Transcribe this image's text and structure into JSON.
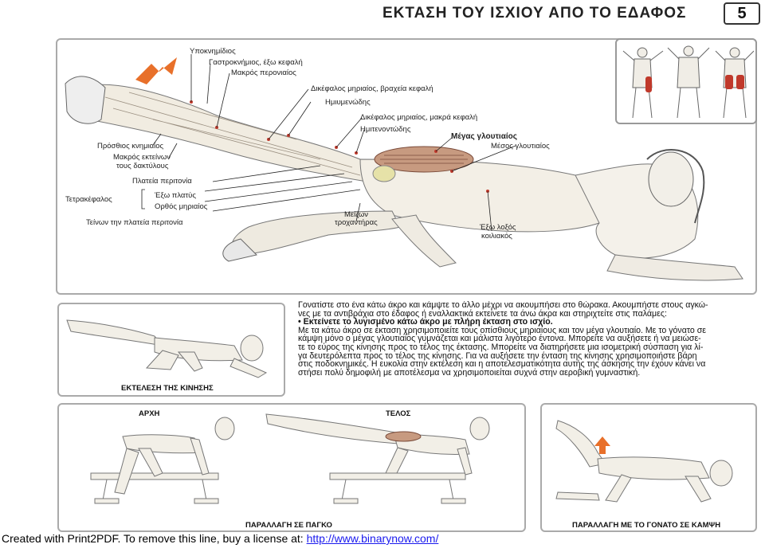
{
  "header": {
    "title": "ΕΚΤΑΣΗ ΤΟΥ ΙΣΧΙΟΥ ΑΠΟ ΤΟ ΕΔΑΦΟΣ",
    "page_number": "5"
  },
  "anatomy_labels": {
    "l1": "Υποκνημίδιος",
    "l2": "Γαστροκνήμιος, έξω κεφαλή",
    "l3": "Μακρός περονιαίος",
    "l4": "Δικέφαλος μηριαίος, βραχεία κεφαλή",
    "l5": "Ημιυμενώδης",
    "l6": "Δικέφαλος μηριαίος, μακρά κεφαλή",
    "l7": "Ημιτενοντώδης",
    "l8": "Μέγας γλουτιαίος",
    "l9": "Μέσος γλουτιαίος",
    "l10": "Πρόσθιος κνημιαίος",
    "l11a": "Μακρός εκτείνων",
    "l11b": "τους δακτύλους",
    "l12": "Πλατεία περιτονία",
    "l13": "Τετρακέφαλος",
    "l14": "Έξω πλατύς",
    "l15": "Ορθός μηριαίος",
    "l16": "Τείνων την πλατεία περιτονία",
    "l17a": "Μείζων",
    "l17b": "τροχαντήρας",
    "l18a": "Έξω λοξός",
    "l18b": "κοιλιακός"
  },
  "description": [
    "Γονατίστε στο ένα κάτω άκρο και κάμψτε το άλλο μέχρι να ακουμπήσει στο θώρακα. Ακουμπήστε στους αγκώ-",
    "νες με τα αντιβράχια στο έδαφος ή εναλλακτικά εκτείνετε τα άνω άκρα και στηριχτείτε στις παλάμες:",
    "• Εκτείνετε το λυγισμένο κάτω άκρο με πλήρη έκταση στο ισχίο.",
    "Με τα κάτω άκρο σε έκταση χρησιμοποιείτε τους οπίσθιους μηριαίους και τον μέγα γλουτιαίο. Με το γόνατο σε",
    "κάμψη μόνο ο μέγας γλουτιαίος γυμνάζεται και μάλιστα λιγότερο έντονα. Μπορείτε να αυξήσετε ή να μειώσε-",
    "τε το εύρος της κίνησης προς το τέλος της έκτασης. Μπορείτε να διατηρήσετε μια ισομετρική σύσπαση για λί-",
    "γα δευτερόλεπτα προς το τέλος της κίνησης. Για να αυξήσετε την ένταση της κίνησης χρησιμοποιήστε βάρη",
    "στις ποδοκνημικές. Η ευκολία στην εκτέλεση και η αποτελεσματικότητα αυτής της άσκησης την έχουν κάνει να",
    "στήσει πολύ δημοφιλή με αποτέλεσμα να χρησιμοποιείται συχνά στην αεροβική γυμναστική."
  ],
  "captions": {
    "execution": "ΕΚΤΕΛΕΣΗ ΤΗΣ ΚΙΝΗΣΗΣ",
    "start": "ΑΡΧΗ",
    "end": "ΤΕΛΟΣ",
    "bench_variation": "ΠΑΡΑΛΛΑΓΗ ΣΕ ΠΑΓΚΟ",
    "knee_variation": "ΠΑΡΑΛΛΑΓΗ ΜΕ ΤΟ ΓΟΝΑΤΟ ΣΕ ΚΑΜΨΗ"
  },
  "footer": {
    "text": "Created with Print2PDF. To remove this line, buy a license at: ",
    "link": "http://www.binarynow.com/"
  },
  "colors": {
    "arrow": "#e8702a",
    "muscle_highlight": "#c0392b",
    "leader_line": "#222222"
  }
}
